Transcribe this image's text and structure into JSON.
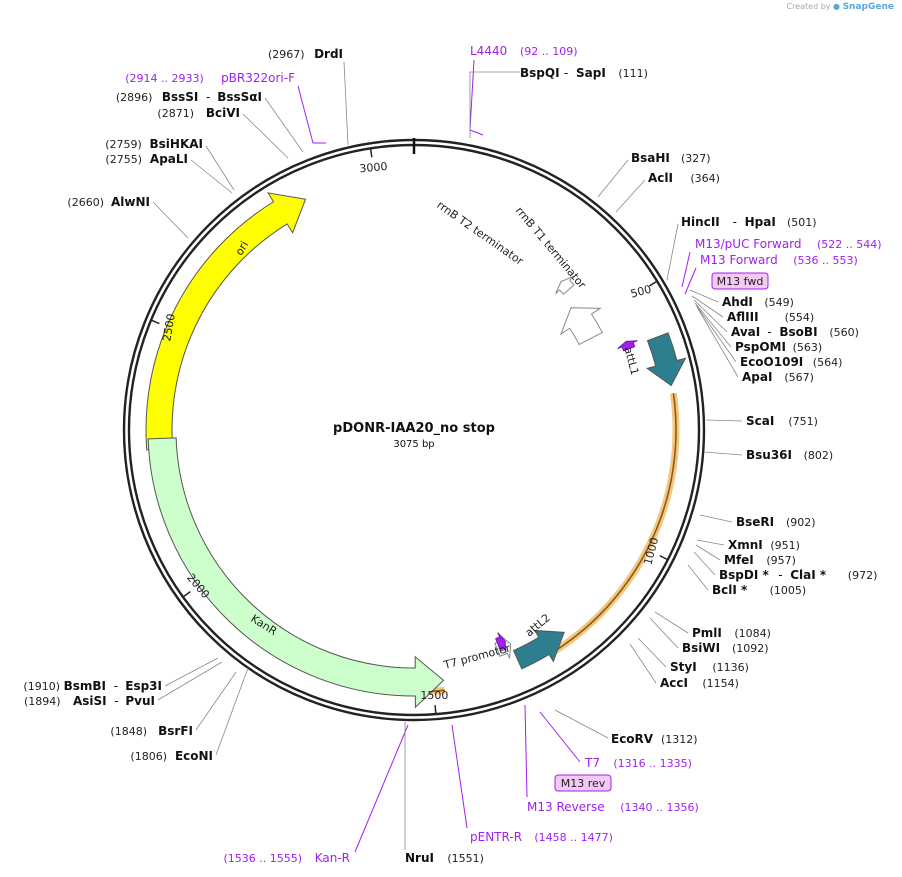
{
  "branding": {
    "prefix": "Created by",
    "name": "SnapGene"
  },
  "plasmid": {
    "name": "pDONR-IAA20_no stop",
    "size_label": "3075 bp",
    "length": 3075
  },
  "ticks": [
    "500",
    "1000",
    "1500",
    "2000",
    "2500",
    "3000"
  ],
  "features": [
    {
      "name": "ori",
      "start": 2270,
      "end": 2860,
      "dir": "fwd",
      "color": "#ffff00"
    },
    {
      "name": "KanR",
      "start": 1480,
      "end": 2290,
      "dir": "rev",
      "color": "#ccffcc"
    },
    {
      "name": "attL1",
      "start": 590,
      "end": 685,
      "dir": "fwd",
      "color": "#2d7f8f"
    },
    {
      "name": "attL2",
      "start": 1225,
      "end": 1330,
      "dir": "rev",
      "color": "#2d7f8f"
    },
    {
      "name": "rrnB T1 terminator",
      "start": 445,
      "end": 535,
      "dir": "rev",
      "color": "#ffffff"
    },
    {
      "name": "rrnB T2 terminator",
      "start": 382,
      "end": 408,
      "dir": "rev",
      "color": "#ffffff"
    },
    {
      "name": "T7 promoter",
      "start": 1330,
      "end": 1360,
      "dir": "rev",
      "color": "#ffffff"
    }
  ],
  "primer_boxes": [
    {
      "name": "M13 fwd"
    },
    {
      "name": "M13 rev"
    }
  ],
  "primer_labels": [
    {
      "name": "L4440",
      "range": "(92 .. 109)"
    },
    {
      "name": "M13/pUC Forward",
      "range": "(522 .. 544)"
    },
    {
      "name": "M13 Forward",
      "range": "(536 .. 553)"
    },
    {
      "name": "T7",
      "range": "(1316 .. 1335)"
    },
    {
      "name": "M13 Reverse",
      "range": "(1340 .. 1356)"
    },
    {
      "name": "pENTR-R",
      "range": "(1458 .. 1477)"
    },
    {
      "name": "Kan-R",
      "range": "(1536 .. 1555)"
    },
    {
      "name": "pBR322ori-F",
      "range": "(2914 .. 2933)"
    }
  ],
  "sites": [
    {
      "name": "BspQI",
      "name2": "SapI",
      "pos": "(111)"
    },
    {
      "name": "BsaHI",
      "pos": "(327)"
    },
    {
      "name": "AclI",
      "pos": "(364)"
    },
    {
      "name": "HincII",
      "name2": "HpaI",
      "pos": "(501)"
    },
    {
      "name": "AhdI",
      "pos": "(549)"
    },
    {
      "name": "AflIII",
      "pos": "(554)"
    },
    {
      "name": "AvaI",
      "name2": "BsoBI",
      "pos": "(560)"
    },
    {
      "name": "PspOMI",
      "pos": "(563)"
    },
    {
      "name": "EcoO109I",
      "pos": "(564)"
    },
    {
      "name": "ApaI",
      "pos": "(567)"
    },
    {
      "name": "ScaI",
      "pos": "(751)"
    },
    {
      "name": "Bsu36I",
      "pos": "(802)"
    },
    {
      "name": "BseRI",
      "pos": "(902)"
    },
    {
      "name": "XmnI",
      "pos": "(951)"
    },
    {
      "name": "MfeI",
      "pos": "(957)"
    },
    {
      "name": "BspDI *",
      "name2": "ClaI *",
      "pos": "(972)"
    },
    {
      "name": "BclI *",
      "pos": "(1005)"
    },
    {
      "name": "PmlI",
      "pos": "(1084)"
    },
    {
      "name": "BsiWI",
      "pos": "(1092)"
    },
    {
      "name": "StyI",
      "pos": "(1136)"
    },
    {
      "name": "AccI",
      "pos": "(1154)"
    },
    {
      "name": "EcoRV",
      "pos": "(1312)"
    },
    {
      "name": "NruI",
      "pos": "(1551)"
    },
    {
      "name": "EcoNI",
      "pos": "(1806)"
    },
    {
      "name": "BsrFI",
      "pos": "(1848)"
    },
    {
      "name": "AsiSI",
      "name2": "PvuI",
      "pos": "(1894)"
    },
    {
      "name": "BsmBI",
      "name2": "Esp3I",
      "pos": "(1910)"
    },
    {
      "name": "AlwNI",
      "pos": "(2660)"
    },
    {
      "name": "ApaLI",
      "pos": "(2755)"
    },
    {
      "name": "BsiHKAI",
      "pos": "(2759)"
    },
    {
      "name": "BciVI",
      "pos": "(2871)"
    },
    {
      "name": "BssSI",
      "name2": "BssSαI",
      "pos": "(2896)"
    },
    {
      "name": "DrdI",
      "pos": "(2967)"
    }
  ]
}
